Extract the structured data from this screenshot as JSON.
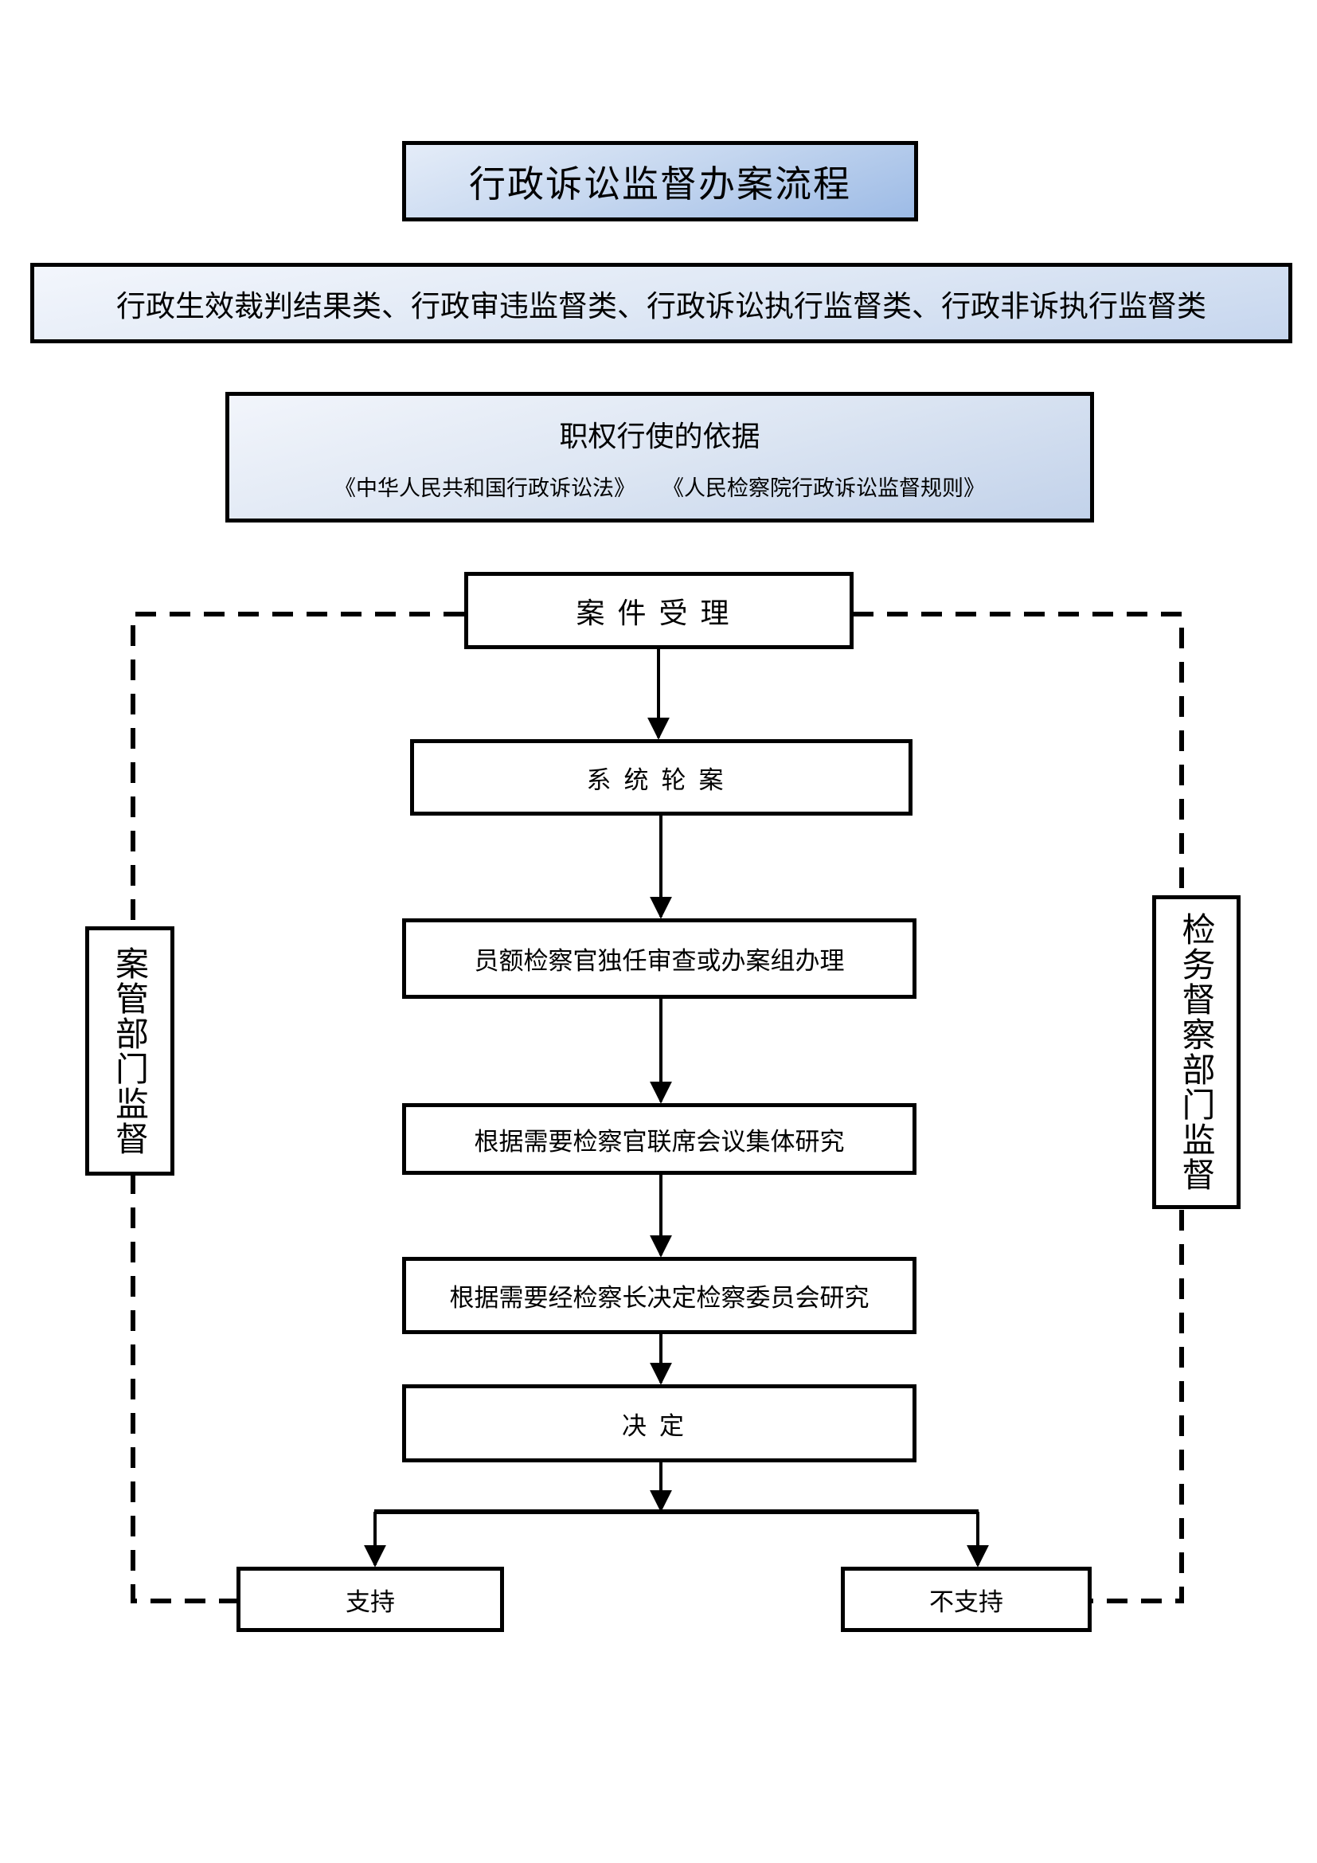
{
  "header": {
    "title": "行政诉讼监督办案流程",
    "categories": "行政生效裁判结果类、行政审违监督类、行政诉讼执行监督类、行政非诉执行监督类"
  },
  "basis": {
    "heading": "职权行使的依据",
    "laws": [
      "《中华人民共和国行政诉讼法》",
      "《人民检察院行政诉讼监督规则》"
    ]
  },
  "flow": {
    "steps": [
      {
        "id": "accept",
        "label": "案件受理"
      },
      {
        "id": "assign",
        "label": "系统轮案"
      },
      {
        "id": "handle",
        "label": "员额检察官独任审查或办案组办理"
      },
      {
        "id": "joint",
        "label": "根据需要检察官联席会议集体研究"
      },
      {
        "id": "committee",
        "label": "根据需要经检察长决定检察委员会研究"
      },
      {
        "id": "decide",
        "label": "决定"
      }
    ],
    "outcomes": [
      {
        "id": "support",
        "label": "支持"
      },
      {
        "id": "not-support",
        "label": "不支持"
      }
    ]
  },
  "supervision": {
    "left": "案管部门监督",
    "right": "检务督察部门监督"
  },
  "colors": {
    "title_gradient_end": "#9dbbe6",
    "banner_gradient_end": "#c6d6ee",
    "line": "#000000"
  }
}
